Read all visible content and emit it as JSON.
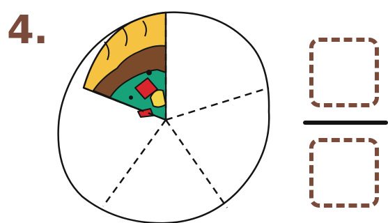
{
  "problem": {
    "number_label": "4."
  },
  "pizza": {
    "slices_total": 5,
    "slices_shaded": 1
  },
  "answer": {
    "numerator_value": "",
    "denominator_value": ""
  },
  "colors": {
    "number_label": "#7a4a3a",
    "answer_box_border": "#7a4a3a",
    "crust_yellow": "#f6c242",
    "sauce_brown": "#7a4a2a",
    "topping_green": "#17a27a",
    "topping_red": "#d8262c",
    "cheese_yellow": "#f2d64a",
    "outline": "#141414"
  },
  "icons": {
    "pizza": "pizza-icon"
  }
}
